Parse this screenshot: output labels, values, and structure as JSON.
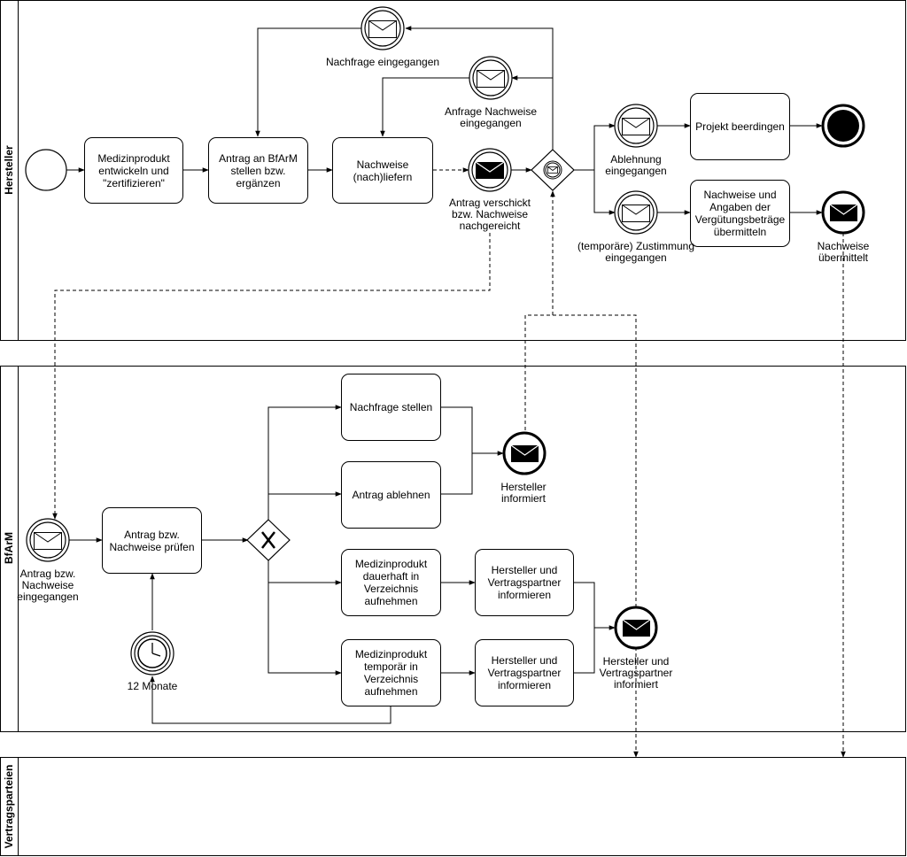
{
  "lanes": {
    "hersteller": "Hersteller",
    "bfarm": "BfArM",
    "vertragsparteien": "Vertragsparteien"
  },
  "hersteller": {
    "task_entwickeln": "Medizinprodukt\nentwickeln und\n\"zertifizieren\"",
    "task_antrag": "Antrag an BfArM\nstellen bzw. ergänzen",
    "task_nachweise": "Nachweise\n(nach)liefern",
    "task_projekt": "Projekt beerdingen",
    "task_verguetung": "Nachweise und\nAngaben der\nVergütungsbeträge\nübermitteln",
    "evt_nachfrage": "Nachfrage eingegangen",
    "evt_anfrage": "Anfrage Nachweise\neingegangen",
    "evt_verschickt": "Antrag verschickt\nbzw. Nachweise\nnachgereicht",
    "evt_ablehnung": "Ablehnung\neingegangen",
    "evt_zustimmung": "(temporäre) Zustimmung\neingegangen",
    "evt_uebermittelt": "Nachweise\nübermittelt"
  },
  "bfarm": {
    "evt_start": "Antrag bzw.\nNachweise\neingegangen",
    "task_pruefen": "Antrag bzw.\nNachweise prüfen",
    "task_nachfrage": "Nachfrage stellen",
    "task_ablehnen": "Antrag ablehnen",
    "evt_informiert": "Hersteller\ninformiert",
    "task_dauerhaft": "Medizinprodukt\ndauerhaft in\nVerzeichnis\naufnehmen",
    "task_temporaer": "Medizinprodukt\ntemporär in\nVerzeichnis\naufnehmen",
    "task_info1": "Hersteller und\nVertragspartner\ninformieren",
    "task_info2": "Hersteller und\nVertragspartner\ninformieren",
    "evt_vp_informiert": "Hersteller und\nVertragspartner\ninformiert",
    "timer": "12 Monate"
  }
}
